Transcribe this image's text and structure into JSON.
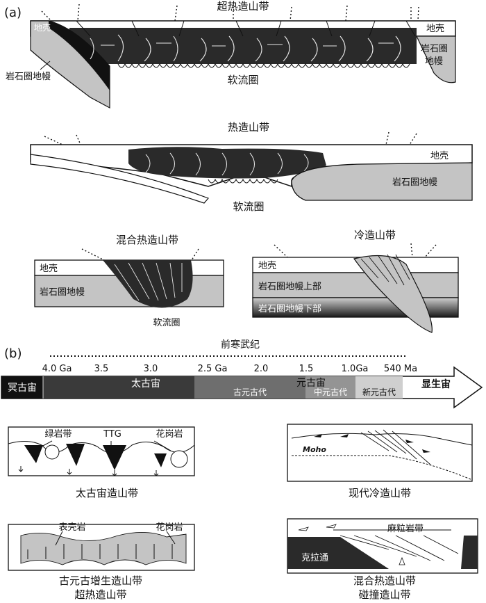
{
  "panel_a": {
    "label": "(a)",
    "ultra_hot": {
      "title": "超热造山带",
      "crust_left": "地壳",
      "crust_right": "地壳",
      "lith_right": "岩石圈\n地幔",
      "lith_left": "岩石圈地幔",
      "astheno": "软流圈"
    },
    "hot": {
      "title": "热造山带",
      "crust": "地壳",
      "lith": "岩石圈地幔",
      "astheno": "软流圈"
    },
    "mixed": {
      "title": "混合热造山带",
      "crust": "地壳",
      "lith": "岩石圈地幔",
      "astheno": "软流圈"
    },
    "cold": {
      "title": "冷造山带",
      "crust": "地壳",
      "lith_upper": "岩石圈地幔上部",
      "lith_lower": "岩石圈地幔下部"
    }
  },
  "panel_b": {
    "label": "(b)",
    "precambrian": "前寒武纪",
    "ticks": [
      "4.0 Ga",
      "3.5",
      "3.0",
      "2.5 Ga",
      "2.0",
      "1.5",
      "1.0Ga",
      "540 Ma"
    ],
    "eons": {
      "hadean": "冥古宙",
      "archean": "太古宙",
      "proterozoic": "元古宙",
      "phanerozoic": "显生宙"
    },
    "eras": {
      "paleo": "古元古代",
      "meso": "中元古代",
      "neo": "新元古代"
    },
    "archean_orogen": {
      "caption": "太古宙造山带",
      "greenstone": "绿岩带",
      "ttg": "TTG",
      "granite": "花岗岩"
    },
    "modern_cold": {
      "caption": "现代冷造山带",
      "moho": "Moho"
    },
    "paleo_orogen": {
      "caption1": "古元古增生造山带",
      "caption2": "超热造山带",
      "supracrustal": "表壳岩",
      "granite": "花岗岩"
    },
    "mixed_hot": {
      "caption1": "混合热造山带",
      "caption2": "碰撞造山带",
      "granulite": "麻粒岩带",
      "craton": "克拉通"
    }
  },
  "colors": {
    "dark": "#2a2a2a",
    "mid": "#7a7a7a",
    "light": "#c4c4c4",
    "line": "#111111"
  }
}
